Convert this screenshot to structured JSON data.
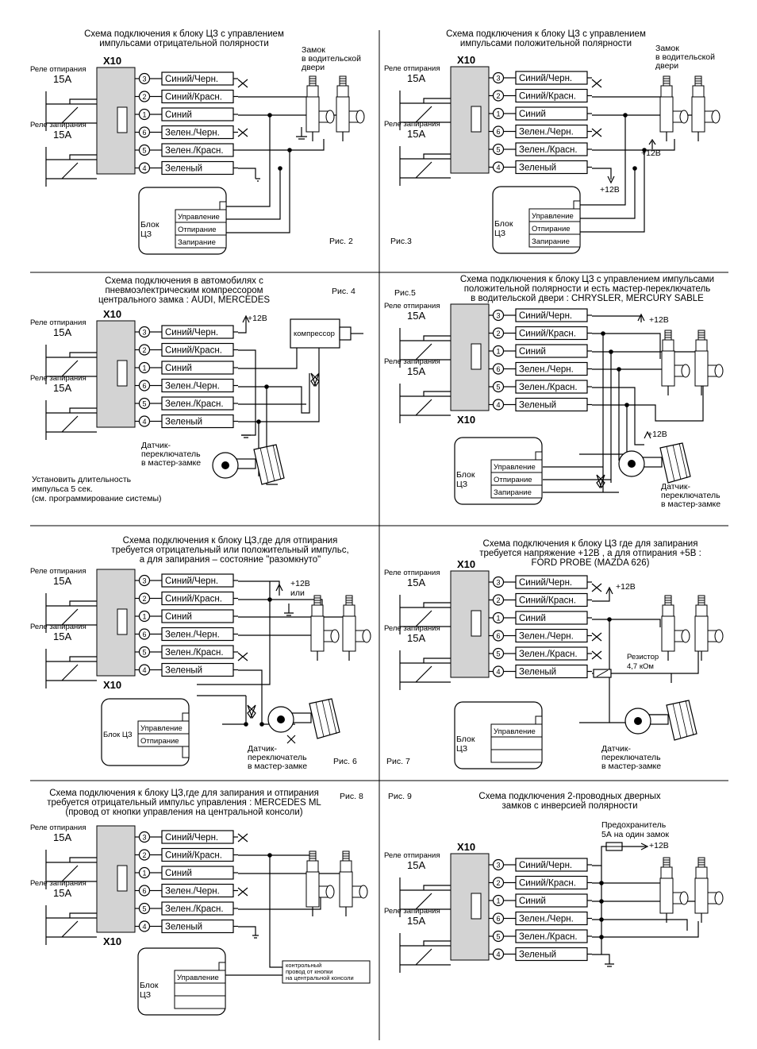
{
  "connector": {
    "name": "X10",
    "wires": [
      {
        "pin": "3",
        "label": "Синий/Черн."
      },
      {
        "pin": "2",
        "label": "Синий/Красн."
      },
      {
        "pin": "1",
        "label": "Синий"
      },
      {
        "pin": "6",
        "label": "Зелен./Черн."
      },
      {
        "pin": "5",
        "label": "Зелен./Красн."
      },
      {
        "pin": "4",
        "label": "Зеленый"
      }
    ]
  },
  "relay": {
    "unlock": "Реле отпирания",
    "lock": "Реле запирания",
    "rating": "15А"
  },
  "block": {
    "blok": "Блок",
    "cz": "ЦЗ",
    "blok_cz": "Блок ЦЗ",
    "control": "Управление",
    "unlock": "Отпирание",
    "lock": "Запирание"
  },
  "sensor": [
    "Датчик-",
    "переключатель",
    "в мастер-замке"
  ],
  "plus12": "+12В",
  "ili": "или",
  "panels": {
    "p2": {
      "title": [
        "Схема подключения к блоку ЦЗ с управлением",
        "импульсами отрицательной полярности"
      ],
      "lock_label": [
        "Замок",
        "в водительской",
        "двери"
      ],
      "fig": "Рис. 2"
    },
    "p3": {
      "title": [
        "Схема подключения к блоку ЦЗ с управлением",
        "импульсами положительной полярности"
      ],
      "lock_label": [
        "Замок",
        "в водительской",
        "двери"
      ],
      "fig": "Рис.3"
    },
    "p4": {
      "title": [
        "Схема подключения в автомобилях с",
        "пневмоэлектрическим компрессором",
        "центрального замка : AUDI, MERCEDES"
      ],
      "compressor": "компрессор",
      "note": [
        "Установить длительность",
        "импульса 5 сек.",
        "(см. программирование системы)"
      ],
      "fig": "Рис. 4"
    },
    "p5": {
      "title": [
        "Схема подключения к блоку ЦЗ с управлением импульсами",
        "положительной полярности и есть мастер-переключатель",
        "в водительской двери : CHRYSLER, MERCURY SABLE"
      ],
      "fig": "Рис.5"
    },
    "p6": {
      "title": [
        "Схема подключения к блоку ЦЗ,где для отпирания",
        "требуется отрицательный или положительный импульс,",
        "а для запирания – состояние \"разомкнуто\""
      ],
      "fig": "Рис. 6"
    },
    "p7": {
      "title": [
        "Схема подключения к блоку ЦЗ где для запирания",
        "требуется напряжение +12В , а для отпирания +5В :",
        "FORD PROBE (MAZDA 626)"
      ],
      "resistor": [
        "Резистор",
        "4,7 кОм"
      ],
      "fig": "Рис. 7"
    },
    "p8": {
      "title": [
        "Схема подключения к блоку ЦЗ,где для запирания и отпирания",
        "требуется отрицательный импульс управления : MERCEDES ML",
        "(провод от кнопки управления на центральной консоли)"
      ],
      "console": [
        "контрольный",
        "провод от кнопки",
        "на центральной консоли"
      ],
      "fig": "Рис. 8"
    },
    "p9": {
      "title": [
        "Схема подключения 2-проводных дверных",
        "замков с инверсией полярности"
      ],
      "fuse": [
        "Предохранитель",
        "5А на один замок"
      ],
      "fig": "Рис. 9"
    }
  }
}
